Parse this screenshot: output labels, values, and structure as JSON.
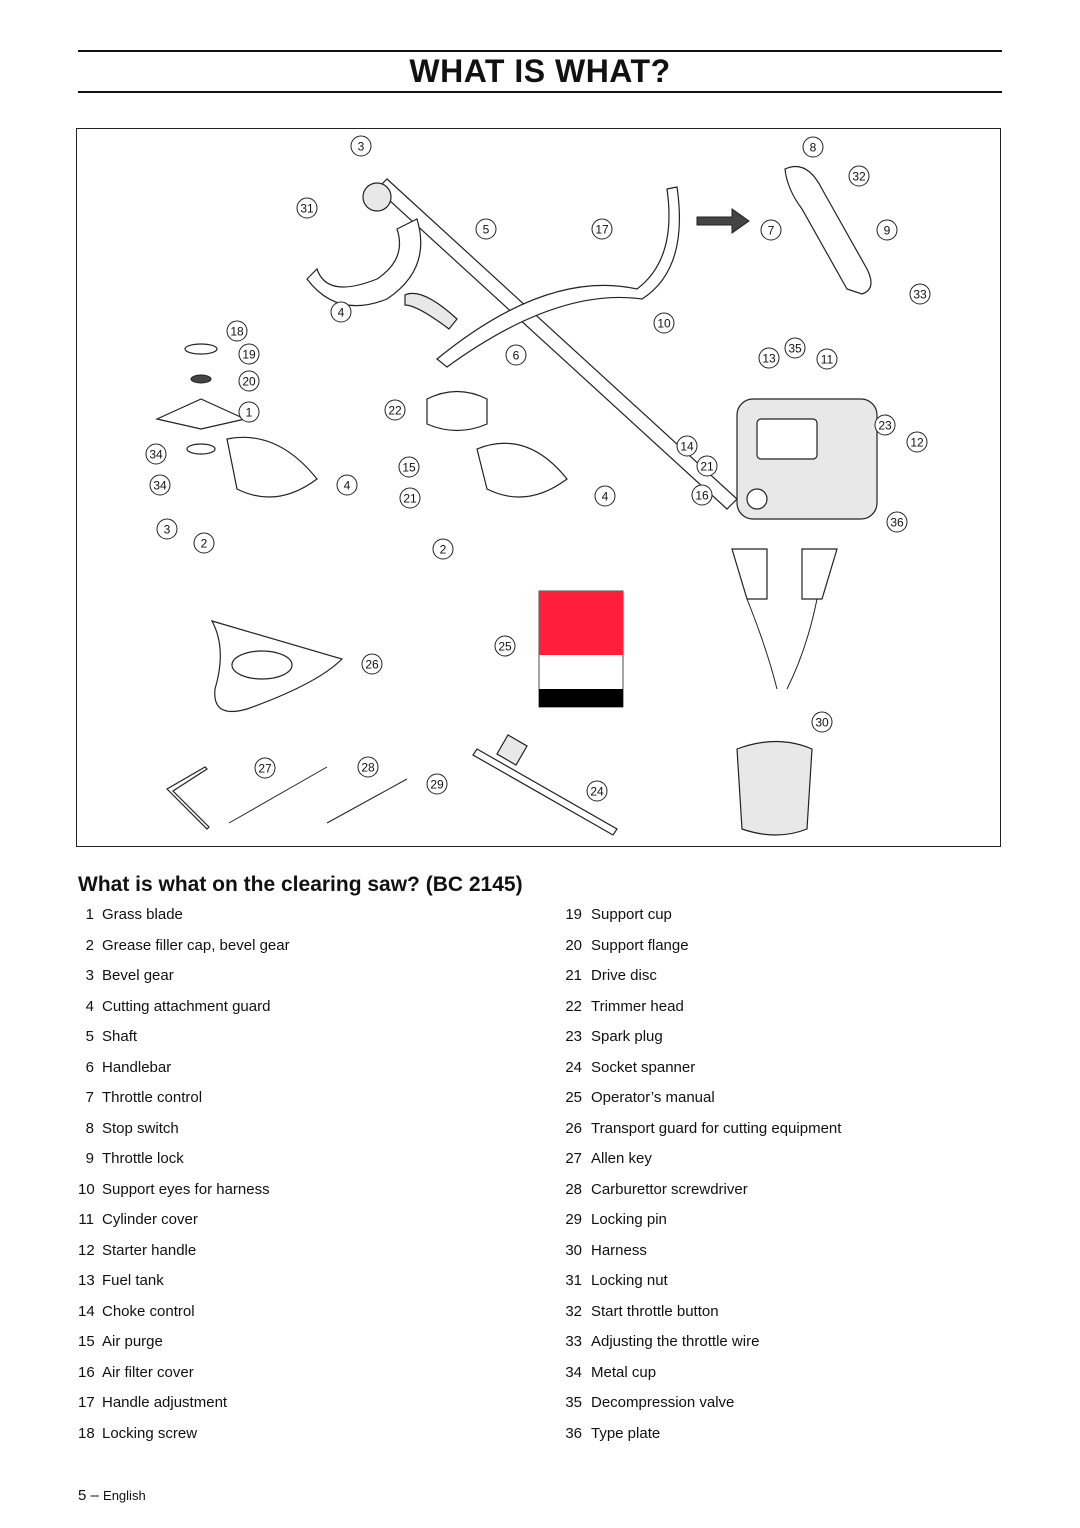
{
  "page": {
    "title": "WHAT IS WHAT?",
    "section_heading": "What is what on the clearing saw? (BC 2145)",
    "footer_page_number": "5",
    "footer_separator": "–",
    "footer_language": "English"
  },
  "diagram": {
    "callouts": [
      "3",
      "8",
      "32",
      "31",
      "5",
      "17",
      "7",
      "9",
      "33",
      "4",
      "10",
      "18",
      "19",
      "6",
      "35",
      "13",
      "11",
      "20",
      "22",
      "1",
      "23",
      "34",
      "14",
      "12",
      "15",
      "21",
      "34",
      "4",
      "21",
      "4",
      "16",
      "36",
      "3",
      "2",
      "2",
      "25",
      "26",
      "30",
      "27",
      "28",
      "29",
      "24"
    ]
  },
  "parts_left": [
    {
      "num": "1",
      "label": "Grass blade"
    },
    {
      "num": "2",
      "label": "Grease filler cap, bevel gear"
    },
    {
      "num": "3",
      "label": "Bevel gear"
    },
    {
      "num": "4",
      "label": "Cutting attachment guard"
    },
    {
      "num": "5",
      "label": "Shaft"
    },
    {
      "num": "6",
      "label": "Handlebar"
    },
    {
      "num": "7",
      "label": "Throttle control"
    },
    {
      "num": "8",
      "label": "Stop switch"
    },
    {
      "num": "9",
      "label": "Throttle lock"
    },
    {
      "num": "10",
      "label": "Support eyes for harness"
    },
    {
      "num": "11",
      "label": "Cylinder cover"
    },
    {
      "num": "12",
      "label": "Starter handle"
    },
    {
      "num": "13",
      "label": "Fuel tank"
    },
    {
      "num": "14",
      "label": "Choke control"
    },
    {
      "num": "15",
      "label": "Air purge"
    },
    {
      "num": "16",
      "label": "Air filter cover"
    },
    {
      "num": "17",
      "label": "Handle adjustment"
    },
    {
      "num": "18",
      "label": "Locking screw"
    }
  ],
  "parts_right": [
    {
      "num": "19",
      "label": "Support cup"
    },
    {
      "num": "20",
      "label": "Support flange"
    },
    {
      "num": "21",
      "label": "Drive disc"
    },
    {
      "num": "22",
      "label": "Trimmer head"
    },
    {
      "num": "23",
      "label": "Spark plug"
    },
    {
      "num": "24",
      "label": "Socket spanner"
    },
    {
      "num": "25",
      "label": "Operator’s manual"
    },
    {
      "num": "26",
      "label": "Transport guard for cutting equipment"
    },
    {
      "num": "27",
      "label": "Allen key"
    },
    {
      "num": "28",
      "label": "Carburettor screwdriver"
    },
    {
      "num": "29",
      "label": "Locking pin"
    },
    {
      "num": "30",
      "label": "Harness"
    },
    {
      "num": "31",
      "label": "Locking nut"
    },
    {
      "num": "32",
      "label": "Start throttle button"
    },
    {
      "num": "33",
      "label": "Adjusting the throttle wire"
    },
    {
      "num": "34",
      "label": "Metal cup"
    },
    {
      "num": "35",
      "label": "Decompression valve"
    },
    {
      "num": "36",
      "label": "Type plate"
    }
  ],
  "colors": {
    "manual_red": "#ff1f3d",
    "manual_black": "#000000",
    "ink": "#111111"
  }
}
